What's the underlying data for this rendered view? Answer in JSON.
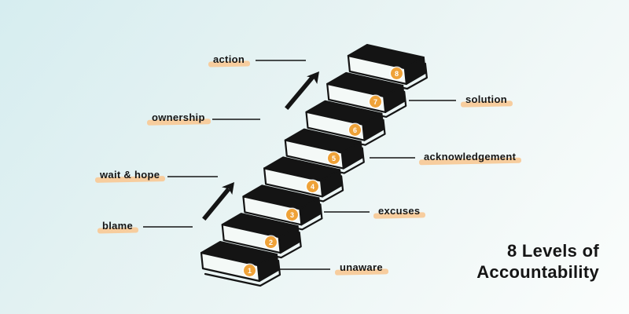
{
  "title": {
    "line1": "8 Levels of",
    "line2": "Accountability"
  },
  "levels": [
    {
      "num": "1",
      "label": "unaware",
      "side": "right"
    },
    {
      "num": "2",
      "label": "blame",
      "side": "left"
    },
    {
      "num": "3",
      "label": "excuses",
      "side": "right"
    },
    {
      "num": "4",
      "label": "wait & hope",
      "side": "left"
    },
    {
      "num": "5",
      "label": "acknowledgement",
      "side": "right"
    },
    {
      "num": "6",
      "label": "ownership",
      "side": "left"
    },
    {
      "num": "7",
      "label": "solution",
      "side": "right"
    },
    {
      "num": "8",
      "label": "action",
      "side": "left"
    }
  ],
  "colors": {
    "step_black": "#141414",
    "step_face": "#f4f9f7",
    "badge_orange": "#efa238",
    "highlight_peach": "#f7cd9e",
    "background_start": "#d6edf0",
    "background_end": "#fbfdfc",
    "text": "#151515"
  }
}
